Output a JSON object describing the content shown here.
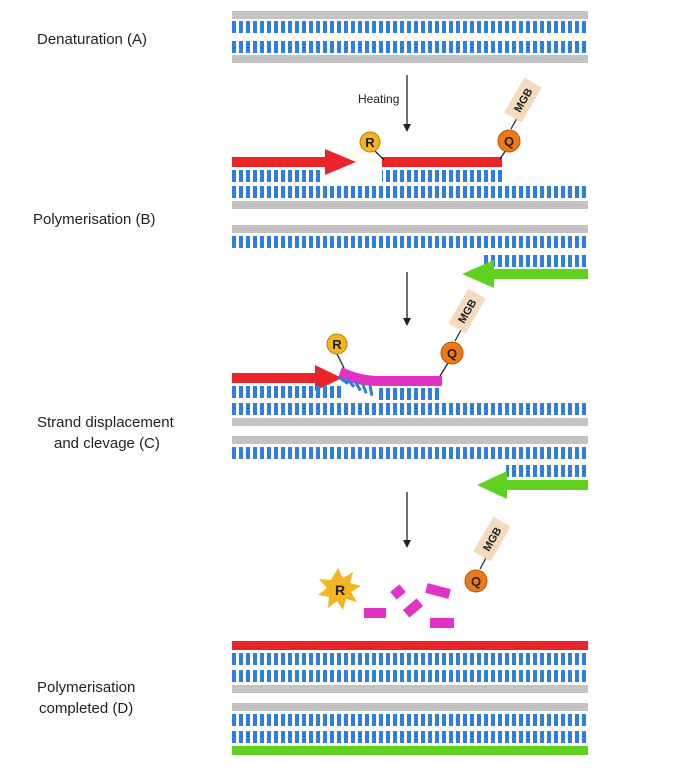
{
  "labels": {
    "step_a": "Denaturation (A)",
    "step_b": "Polymerisation (B)",
    "step_c_line1": "Strand displacement",
    "step_c_line2": "and clevage (C)",
    "step_d_line1": "Polymerisation",
    "step_d_line2": "completed (D)",
    "heating": "Heating"
  },
  "probe": {
    "reporter_letter": "R",
    "quencher_letter": "Q",
    "mgb_label": "MGB"
  },
  "colors": {
    "backbone": "#c3c3c3",
    "bases": "#2f7ddc",
    "primer_forward": "#e8262a",
    "primer_reverse": "#5fd11e",
    "probe_strand_b": "#e8262a",
    "probe_strand_c": "#e233c6",
    "probe_fragments": "#e233c6",
    "reporter": "#f5b521",
    "reporter_burst": "#f5b521",
    "quencher": "#ec7a1a",
    "mgb_tag": "#f4dbbd",
    "arrow": "#222222"
  },
  "icons": {
    "reporter": "reporter-circle-icon",
    "quencher": "quencher-circle-icon",
    "fluorescence": "fluorescence-burst-icon",
    "process_arrow": "arrow-down-icon"
  }
}
